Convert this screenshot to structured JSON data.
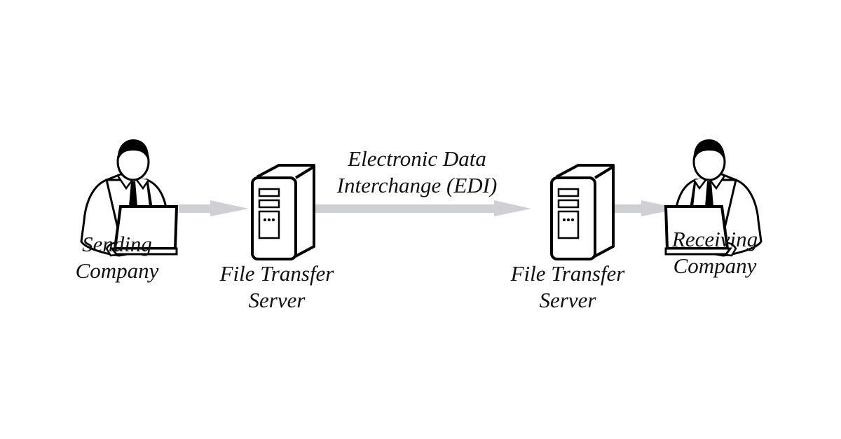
{
  "diagram": {
    "title": "EDI file transfer flow",
    "nodes": [
      {
        "id": "sender",
        "icon": "person-with-laptop-icon",
        "line1": "Sending",
        "line2": "Company"
      },
      {
        "id": "server1",
        "icon": "server-tower-icon",
        "line1": "File Transfer",
        "line2": "Server"
      },
      {
        "id": "server2",
        "icon": "server-tower-icon",
        "line1": "File Transfer",
        "line2": "Server"
      },
      {
        "id": "receiver",
        "icon": "person-with-laptop-icon",
        "line1": "Receiving",
        "line2": "Company"
      }
    ],
    "edges": [
      {
        "from": "sender",
        "to": "server1",
        "label": ""
      },
      {
        "from": "server1",
        "to": "server2",
        "label_line1": "Electronic Data",
        "label_line2": "Interchange (EDI)"
      },
      {
        "from": "server2",
        "to": "receiver",
        "label": ""
      }
    ],
    "colors": {
      "arrow": "#cfd0d4",
      "ink": "#111111",
      "background": "#ffffff"
    }
  }
}
